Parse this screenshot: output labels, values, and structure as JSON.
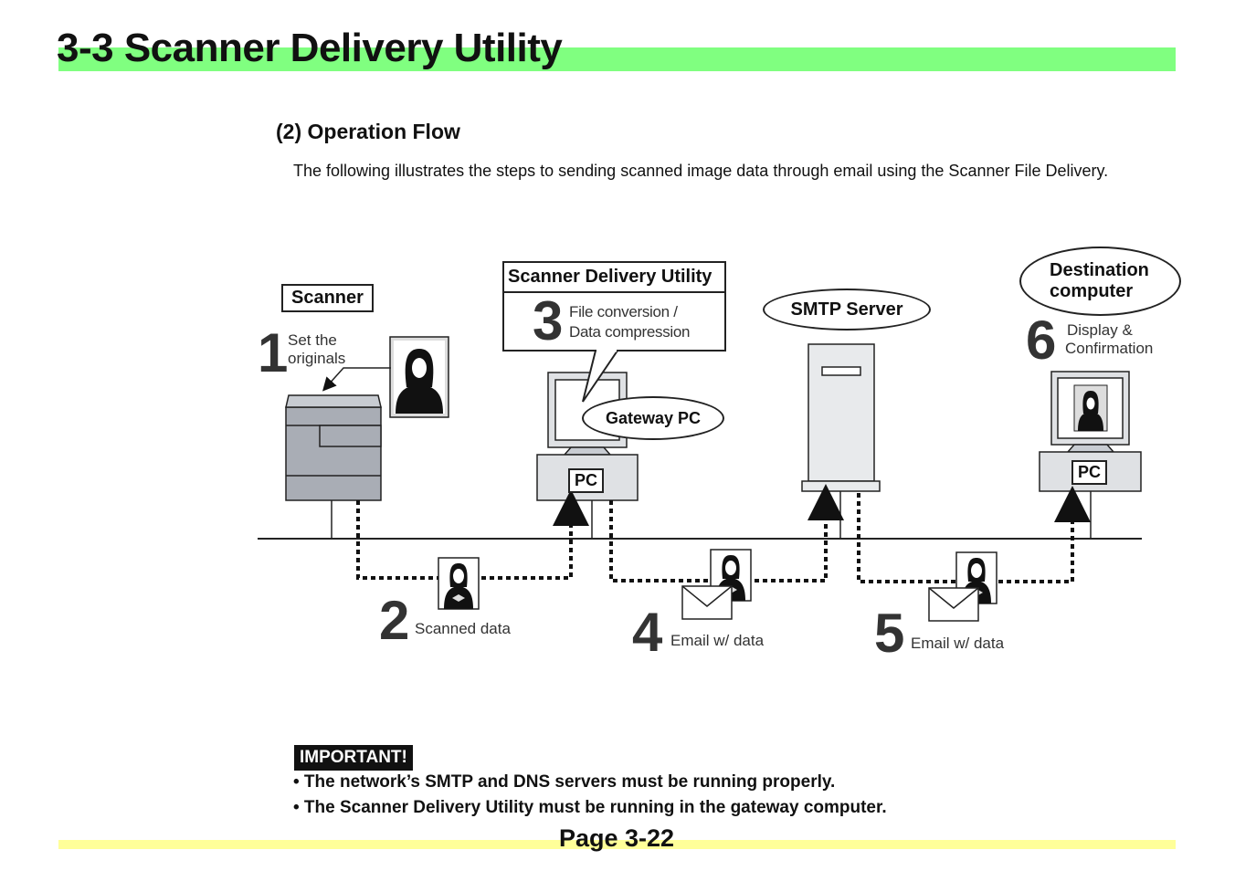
{
  "header": {
    "title": "3-3  Scanner Delivery Utility"
  },
  "section": {
    "heading": "(2) Operation Flow",
    "intro": "The following illustrates the steps to sending scanned image data through email using the Scanner File Delivery."
  },
  "diagram": {
    "scanner_label": "Scanner",
    "utility_label": "Scanner Delivery Utility",
    "smtp_label": "SMTP Server",
    "destination_label_1": "Destination",
    "destination_label_2": "computer",
    "gateway_label": "Gateway PC",
    "pc_label": "PC",
    "steps": [
      {
        "num": "1",
        "line1": "Set the",
        "line2": "originals"
      },
      {
        "num": "2",
        "line1": "Scanned data"
      },
      {
        "num": "3",
        "line1": "File conversion /",
        "line2": "Data compression"
      },
      {
        "num": "4",
        "line1": "Email w/ data"
      },
      {
        "num": "5",
        "line1": "Email w/ data"
      },
      {
        "num": "6",
        "line1": "Display &",
        "line2": "Confirmation"
      }
    ]
  },
  "important": {
    "tag": "IMPORTANT!",
    "bullets": [
      "• The network’s SMTP and DNS servers must be running properly.",
      "• The Scanner Delivery Utility must be running in the gateway computer."
    ]
  },
  "footer": {
    "page": "Page 3-22"
  }
}
